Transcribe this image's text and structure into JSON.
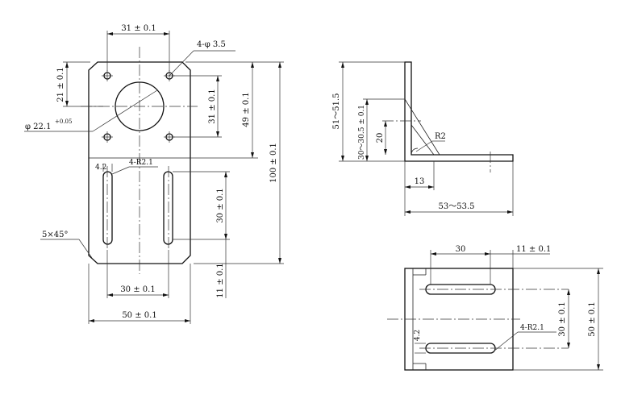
{
  "front_view": {
    "top_hole_spacing": "31 ± 0.1",
    "small_hole_callout": "4-φ 3.5",
    "top_hole_offset": "21 ± 0.1",
    "big_hole": "φ 22.1",
    "big_hole_tol": "+0.05",
    "vert_hole_spacing": "31 ± 0.1",
    "big_hole_height": "49 ± 0.1",
    "total_height": "100 ± 0.1",
    "slot_width": "4.2",
    "slot_radius": "4-R2.1",
    "slot_length": "30 ± 0.1",
    "chamfer": "5×45°",
    "slot_spacing": "30 ± 0.1",
    "bottom_offset": "11 ± 0.1",
    "total_width": "50 ± 0.1"
  },
  "side_view": {
    "height": "51～51.5",
    "rib_height": "30～30.5 ± 0.1",
    "rib_short": "20",
    "radius": "R2",
    "rib_base": "13",
    "length": "53～53.5"
  },
  "top_view": {
    "slot_dist": "30",
    "edge_dist": "11 ± 0.1",
    "slot_pitch": "30 ± 0.1",
    "width": "50 ± 0.1",
    "slot_width": "4.2",
    "slot_radius": "4-R2.1"
  }
}
